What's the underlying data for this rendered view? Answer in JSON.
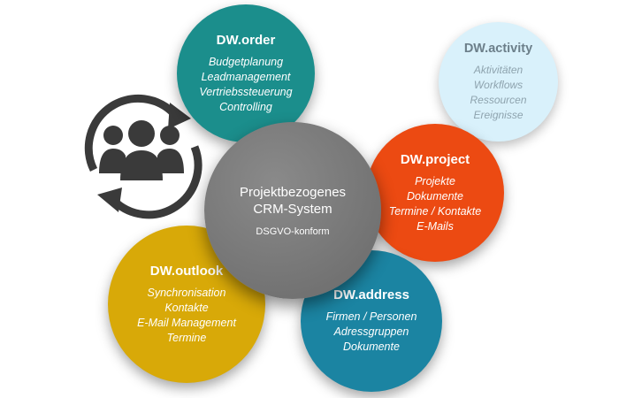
{
  "center": {
    "title_line1": "Projektbezogenes",
    "title_line2": "CRM-System",
    "subtitle": "DSGVO-konform",
    "color": "#737373"
  },
  "modules": {
    "order": {
      "title": "DW.order",
      "color": "#1b8e8c",
      "items": [
        "Budgetplanung",
        "Leadmanagement",
        "Vertriebssteuerung",
        "Controlling"
      ]
    },
    "activity": {
      "title": "DW.activity",
      "color": "#d9f1fb",
      "items": [
        "Aktivitäten",
        "Workflows",
        "Ressourcen",
        "Ereignisse"
      ]
    },
    "project": {
      "title": "DW.project",
      "color": "#ec4a12",
      "items": [
        "Projekte",
        "Dokumente",
        "Termine / Kontakte",
        "E-Mails"
      ]
    },
    "outlook": {
      "title": "DW.outlook",
      "color": "#d8a908",
      "items": [
        "Synchronisation",
        "Kontakte",
        "E-Mail Management",
        "Termine"
      ]
    },
    "address": {
      "title": "DW.address",
      "color": "#1b84a2",
      "items": [
        "Firmen / Personen",
        "Adressgruppen",
        "Dokumente"
      ]
    }
  },
  "icons": [
    "sync-cycle-icon",
    "user-group-icon"
  ]
}
